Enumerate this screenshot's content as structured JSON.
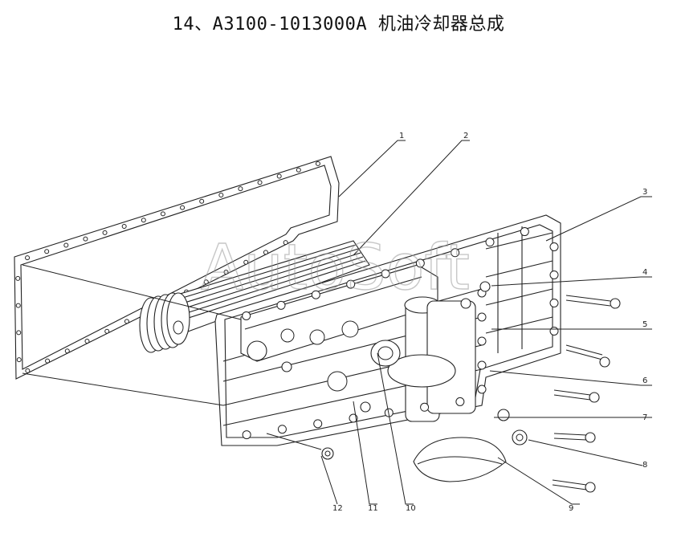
{
  "title": "14、A3100-1013000A 机油冷却器总成",
  "watermark": "AutoSoft",
  "callouts": [
    "1",
    "2",
    "3",
    "4",
    "5",
    "6",
    "7",
    "8",
    "9",
    "10",
    "11",
    "12"
  ]
}
